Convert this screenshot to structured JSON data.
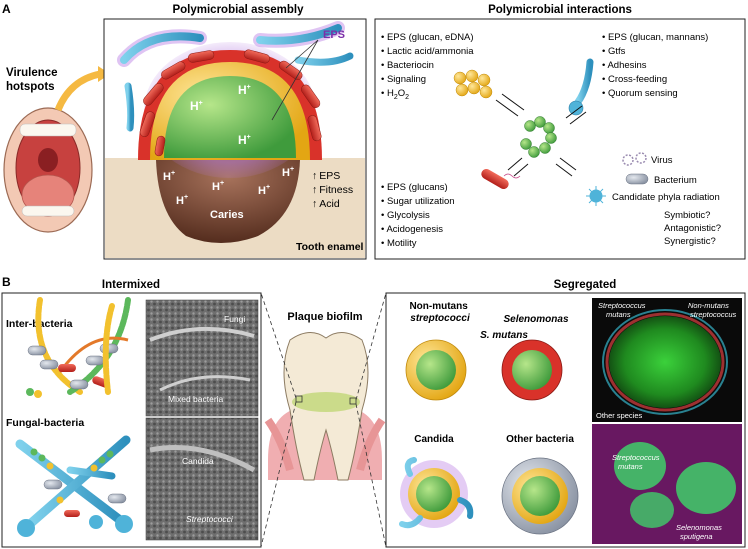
{
  "panel_a": {
    "letter": "A",
    "assembly_title": "Polymicrobial assembly",
    "interactions_title": "Polymicrobial interactions",
    "virulence_label": [
      "Virulence",
      "hotspots"
    ],
    "eps_label": "EPS",
    "h_plus": "H",
    "h_plus_sup": "+",
    "caries_label": "Caries",
    "tooth_enamel_label": "Tooth enamel",
    "outcomes": [
      "EPS",
      "Fitness",
      "Acid"
    ],
    "streptococcus_list": [
      "EPS (glucan, eDNA)",
      "Lactic acid/ammonia",
      "Bacteriocin",
      "Signaling"
    ],
    "h2o2": {
      "main": "H",
      "sub1": "2",
      "mid": "O",
      "sub2": "2"
    },
    "candida_list": [
      "EPS (glucan, mannans)",
      "Gtfs",
      "Adhesins",
      "Cross-feeding",
      "Quorum sensing"
    ],
    "selenomonas_list": [
      "EPS (glucans)",
      "Sugar utilization",
      "Glycolysis",
      "Acidogenesis",
      "Motility"
    ],
    "other_legend": [
      "Virus",
      "Bacterium",
      "Candidate phyla radiation"
    ],
    "questions": [
      "Symbiotic?",
      "Antagonistic?",
      "Synergistic?"
    ]
  },
  "panel_b": {
    "letter": "B",
    "intermixed_title": "Intermixed",
    "segregated_title": "Segregated",
    "inter_bacteria_label": "Inter-bacteria",
    "fungal_bacteria_label": "Fungal-bacteria",
    "micrograph_top": {
      "fungi": "Fungi",
      "mixed": "Mixed bacteria"
    },
    "micrograph_bottom": {
      "candida": "Candida",
      "strep": "Streptococci"
    },
    "plaque_label": "Plaque biofilm",
    "non_mutans_label": [
      "Non-mutans",
      "streptococci"
    ],
    "selenomonas_label": "Selenomonas",
    "s_mutans_label": "S. mutans",
    "candida_label": "Candida",
    "other_bacteria_label": "Other bacteria",
    "confocal_top": {
      "left": [
        "Streptococcus",
        "mutans"
      ],
      "right": [
        "Non-mutans",
        "streptococcus"
      ],
      "bottom": "Other species"
    },
    "confocal_bottom": {
      "top": [
        "Streptococcus",
        "mutans"
      ],
      "bottom": [
        "Selenomonas",
        "sputigena"
      ]
    }
  },
  "colors": {
    "streptococcus_green": "#5cb85c",
    "non_mutans_yellow": "#f2c12e",
    "selenomonas_red": "#d9322a",
    "candida_blue": "#4fb3d9",
    "eps_purple": "#8e44ad",
    "caries_brown": "#6b3d2a",
    "enamel_tan": "#d9c7a8"
  }
}
